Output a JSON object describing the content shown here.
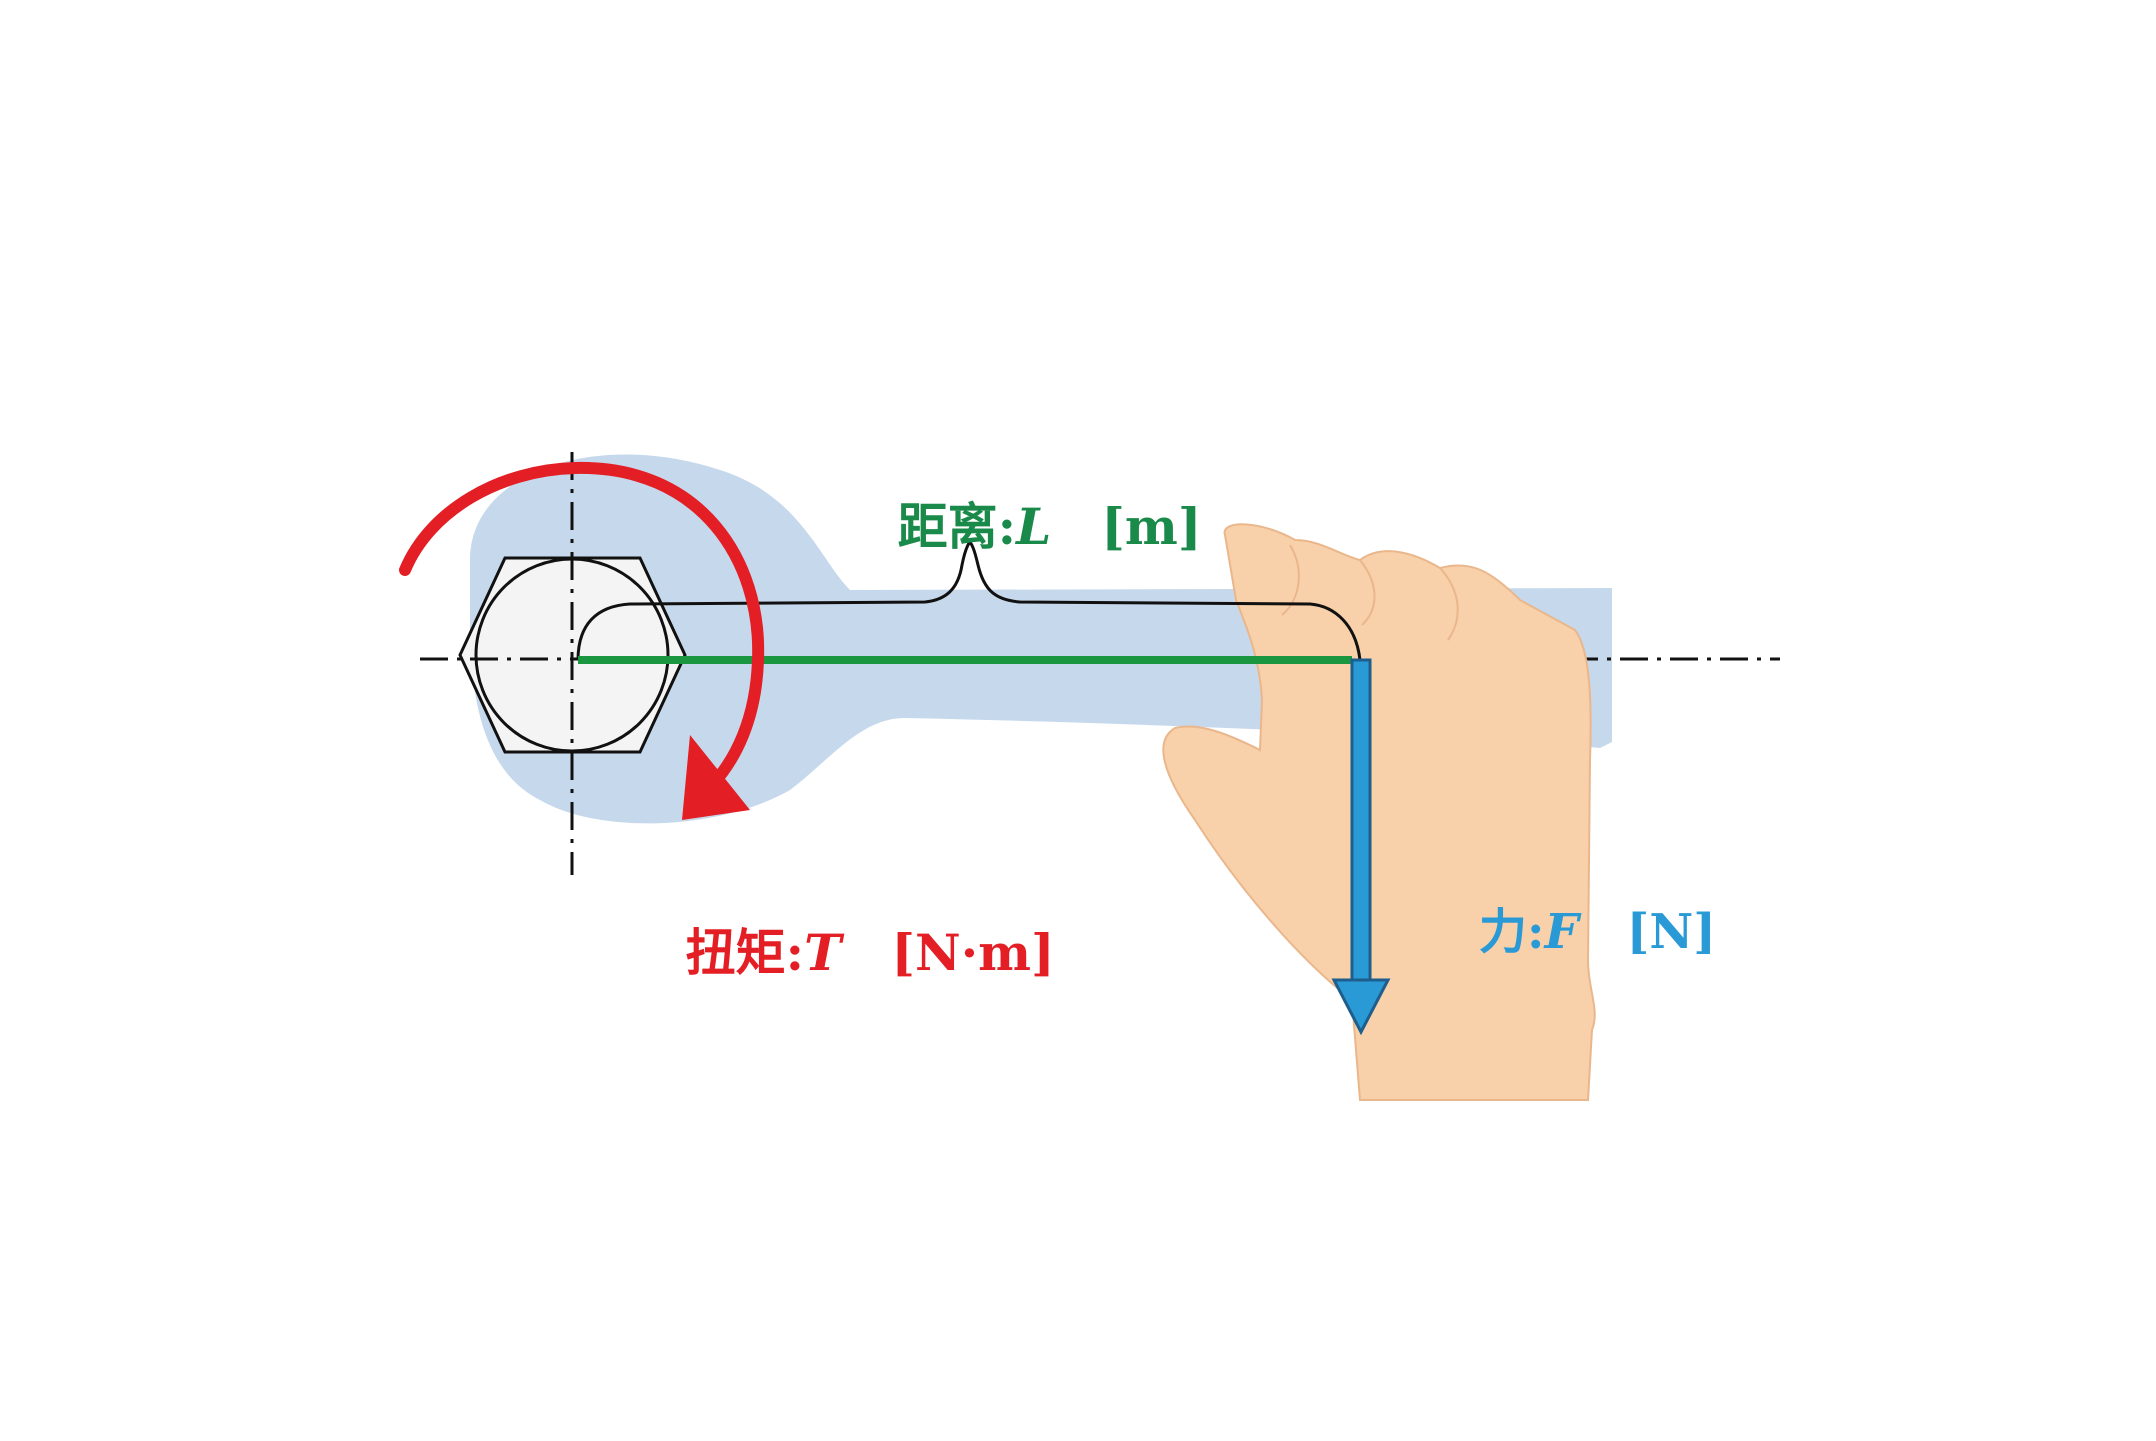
{
  "labels": {
    "distance": {
      "prefix": "距离:",
      "var": "L",
      "unit": "[m]"
    },
    "torque": {
      "prefix": "扭矩:",
      "var": "T",
      "unit": "[N·m]"
    },
    "force": {
      "prefix": "力:",
      "var": "F",
      "unit": "[N]"
    }
  },
  "colors": {
    "wrench": "#c6d9ec",
    "hand": "#f8d0a9",
    "hand_outline": "#eab78c",
    "torque_arrow": "#e31e24",
    "distance_line": "#1a9641",
    "force_arrow": "#2a9ad6",
    "force_arrow_outline": "#1d5e8c",
    "nut_fill": "#f4f4f4",
    "line": "#111111",
    "distance_label": "#1a8a4a",
    "torque_label": "#e31e24",
    "force_label": "#2a9ad6"
  },
  "icons": {
    "nut": "hexagon-nut-icon",
    "hand": "hand-icon",
    "wrench": "wrench-icon"
  }
}
